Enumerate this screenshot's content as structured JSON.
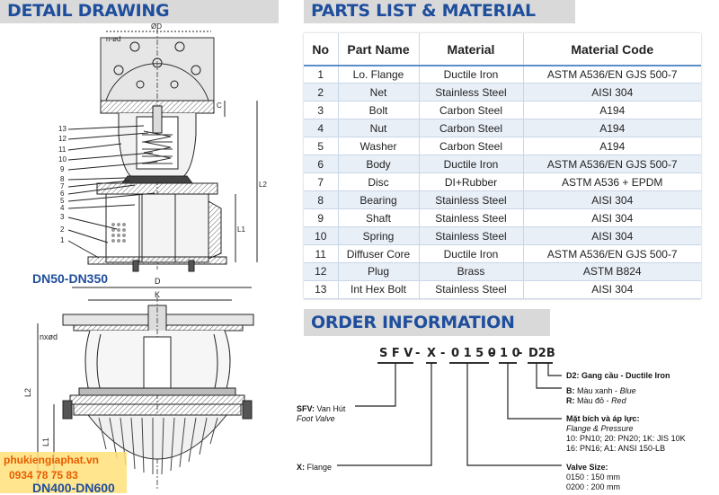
{
  "headers": {
    "detail": "DETAIL DRAWING",
    "parts": "PARTS LIST & MATERIAL",
    "order": "ORDER INFORMATION"
  },
  "drawing": {
    "top_label": "DN50-DN350",
    "bottom_label": "DN400-DN600",
    "dims": {
      "od": "ØD",
      "nd": "n-ød",
      "c": "C",
      "l2": "L2",
      "l1": "L1",
      "d": "D",
      "k": "K",
      "nxod": "nxød",
      "l2b": "L2",
      "l1b": "L1"
    },
    "callouts": [
      "13",
      "12",
      "11",
      "10",
      "9",
      "8",
      "7",
      "6",
      "5",
      "4",
      "3",
      "2",
      "1"
    ]
  },
  "parts_table": {
    "columns": [
      "No",
      "Part Name",
      "Material",
      "Material Code"
    ],
    "rows": [
      [
        "1",
        "Lo. Flange",
        "Ductile Iron",
        "ASTM A536/EN GJS 500-7"
      ],
      [
        "2",
        "Net",
        "Stainless Steel",
        "AISI 304"
      ],
      [
        "3",
        "Bolt",
        "Carbon Steel",
        "A194"
      ],
      [
        "4",
        "Nut",
        "Carbon Steel",
        "A194"
      ],
      [
        "5",
        "Washer",
        "Carbon Steel",
        "A194"
      ],
      [
        "6",
        "Body",
        "Ductile Iron",
        "ASTM A536/EN GJS 500-7"
      ],
      [
        "7",
        "Disc",
        "DI+Rubber",
        "ASTM A536 + EPDM"
      ],
      [
        "8",
        "Bearing",
        "Stainless Steel",
        "AISI 304"
      ],
      [
        "9",
        "Shaft",
        "Stainless Steel",
        "AISI 304"
      ],
      [
        "10",
        "Spring",
        "Stainless Steel",
        "AISI 304"
      ],
      [
        "11",
        "Diffuser Core",
        "Ductile Iron",
        "ASTM A536/EN GJS 500-7"
      ],
      [
        "12",
        "Plug",
        "Brass",
        "ASTM B824"
      ],
      [
        "13",
        "Int Hex Bolt",
        "Stainless Steel",
        "AISI 304"
      ]
    ]
  },
  "order": {
    "code": {
      "sfv": "S F V",
      "d1": "-",
      "x": "X",
      "d2": "-",
      "size": "0 1 5 0",
      "d3": "-",
      "pn": "1 0",
      "d4": "-",
      "d2b": "D2B"
    },
    "sfv_label": "SFV:",
    "sfv_vi": "Van Hút",
    "sfv_en": "Foot Valve",
    "x_label": "X:",
    "x_text": "Flange",
    "d2_label": "D2:",
    "d2_text": "Gang cầu - Ductile Iron",
    "b_label": "B:",
    "b_vi": "Màu xanh -",
    "b_en": "Blue",
    "r_label": "R:",
    "r_vi": "Màu đỏ -",
    "r_en": "Red",
    "conn_title": "Mặt bích và áp lực:",
    "conn_en": "Flange & Pressure",
    "conn_line1": "10: PN10; 20: PN20; 1K: JIS 10K",
    "conn_line2": "16: PN16; A1: ANSI 150-LB",
    "size_title": "Valve Size:",
    "size_1": "0150 : 150 mm",
    "size_2": "0200 : 200 mm"
  },
  "watermark": {
    "site": "phukiengiaphat.vn",
    "phone": "0934 78 75 83"
  },
  "colors": {
    "header_bg": "#d9d9d9",
    "header_text": "#1f4e9c",
    "table_alt": "#e9eff7",
    "table_rule": "#5b8ec9"
  }
}
